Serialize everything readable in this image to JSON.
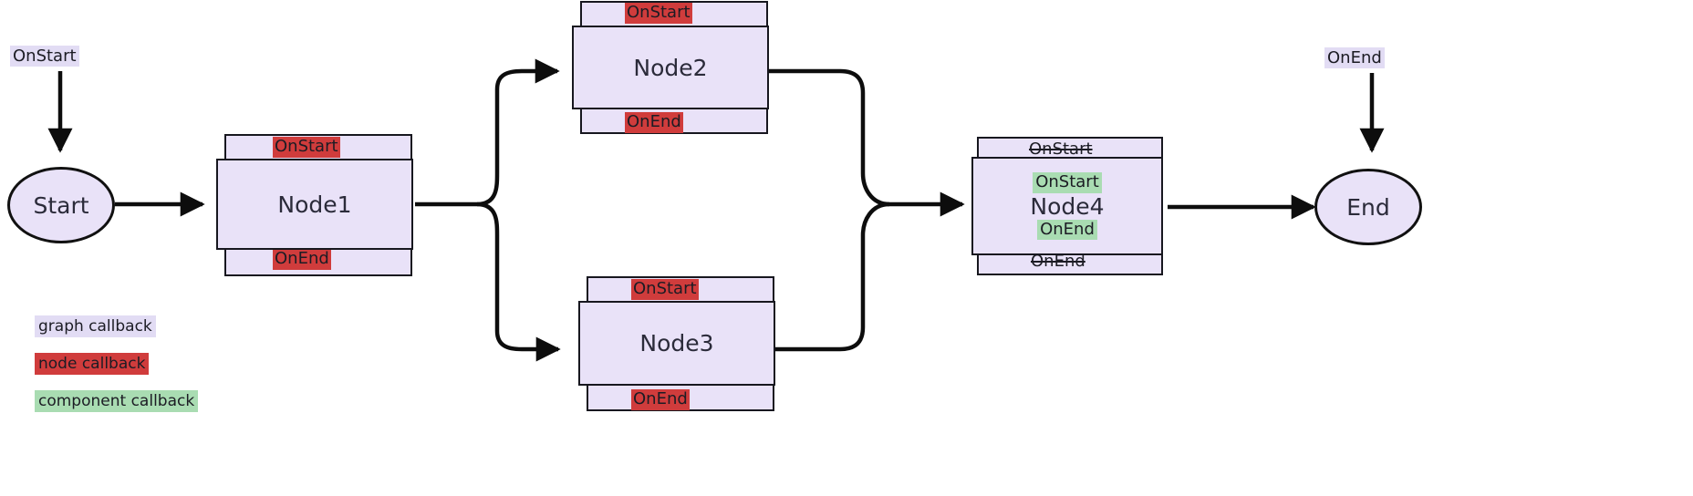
{
  "diagram": {
    "title": "graph lifecycle callback diagram",
    "colors": {
      "graph_callback": "#e2dcf4",
      "node_callback": "#d03c3c",
      "component_callback": "#a9dcb2",
      "node_fill": "#e9e2f8",
      "stroke": "#17171f",
      "background": "#ffffff"
    },
    "floating_labels": [
      {
        "name": "start-on-start",
        "text": "OnStart",
        "kind": "graph"
      },
      {
        "name": "end-on-end",
        "text": "OnEnd",
        "kind": "graph"
      }
    ],
    "terminals": [
      {
        "name": "start-node",
        "label": "Start"
      },
      {
        "name": "end-node",
        "label": "End"
      }
    ],
    "nodes": [
      {
        "name": "node1",
        "label": "Node1",
        "outer_top": "OnStart",
        "outer_bottom": "OnEnd",
        "outer_top_kind": "node",
        "outer_bottom_kind": "node",
        "outer_top_struck": false,
        "outer_bottom_struck": false,
        "inner_top": "",
        "inner_bottom": "",
        "inner_kind": "component"
      },
      {
        "name": "node2",
        "label": "Node2",
        "outer_top": "OnStart",
        "outer_bottom": "OnEnd",
        "outer_top_kind": "node",
        "outer_bottom_kind": "node",
        "outer_top_struck": false,
        "outer_bottom_struck": false,
        "inner_top": "",
        "inner_bottom": "",
        "inner_kind": "component"
      },
      {
        "name": "node3",
        "label": "Node3",
        "outer_top": "OnStart",
        "outer_bottom": "OnEnd",
        "outer_top_kind": "node",
        "outer_bottom_kind": "node",
        "outer_top_struck": false,
        "outer_bottom_struck": false,
        "inner_top": "",
        "inner_bottom": "",
        "inner_kind": "component"
      },
      {
        "name": "node4",
        "label": "Node4",
        "outer_top": "OnStart",
        "outer_bottom": "OnEnd",
        "outer_top_kind": "node-struck",
        "outer_bottom_kind": "node-struck",
        "outer_top_struck": true,
        "outer_bottom_struck": true,
        "inner_top": "OnStart",
        "inner_bottom": "OnEnd",
        "inner_kind": "component"
      }
    ],
    "legend": [
      {
        "name": "legend-graph-callback",
        "text": "graph callback",
        "kind": "graph"
      },
      {
        "name": "legend-node-callback",
        "text": "node callback",
        "kind": "node"
      },
      {
        "name": "legend-component-callback",
        "text": "component callback",
        "kind": "component"
      }
    ]
  }
}
